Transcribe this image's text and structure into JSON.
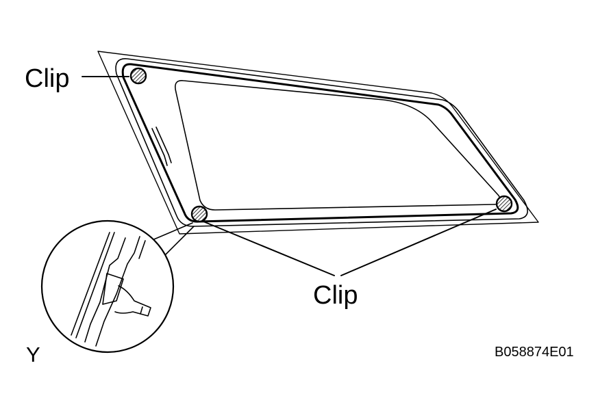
{
  "labels": {
    "clip_top": "Clip",
    "clip_bottom": "Clip",
    "view_letter": "Y",
    "figure_code": "B058874E01"
  },
  "colors": {
    "ink": "#000000",
    "background": "#ffffff"
  }
}
